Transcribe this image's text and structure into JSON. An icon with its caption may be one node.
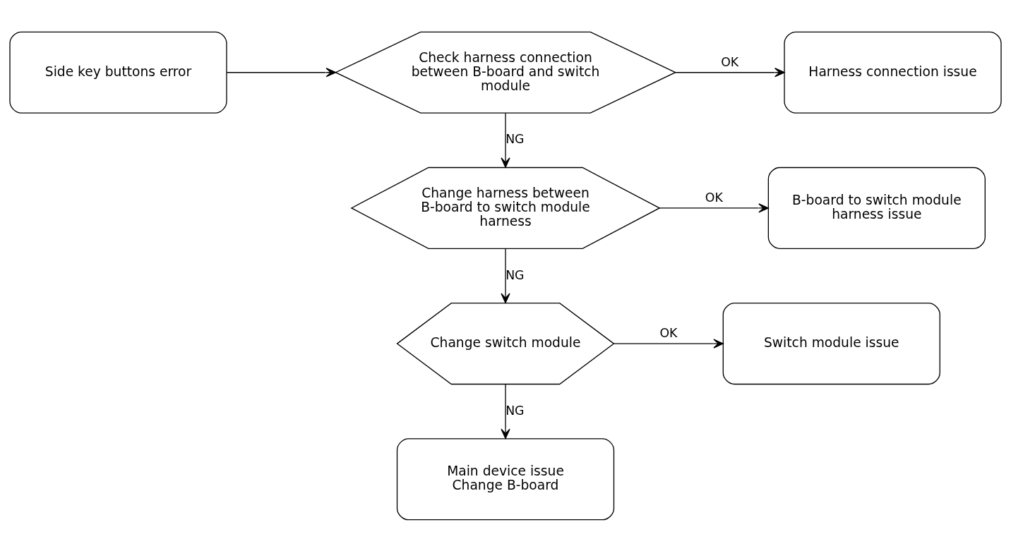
{
  "diagram": {
    "nodes": [
      {
        "text": [
          "Side key buttons error"
        ]
      },
      {
        "text": [
          "Check harness connection between B-board and switch module"
        ]
      },
      {
        "text": [
          "Harness connection issue"
        ]
      },
      {
        "text": [
          "Change harness between B-board to switch module harness"
        ]
      },
      {
        "text": [
          "B-board to switch module harness issue"
        ]
      },
      {
        "text": [
          "Change switch module"
        ]
      },
      {
        "text": [
          "Switch module issue"
        ]
      },
      {
        "text": [
          "Main device issue",
          "Change B-board"
        ]
      }
    ],
    "edges": [
      {
        "from": 0,
        "to": 1,
        "arrow": "to"
      },
      {
        "from": 1,
        "to": 2,
        "arrow": "to",
        "label": "OK"
      },
      {
        "from": 1,
        "to": 3,
        "arrow": "to",
        "label": "NG"
      },
      {
        "from": 3,
        "to": 4,
        "arrow": "to",
        "label": "OK"
      },
      {
        "from": 3,
        "to": 5,
        "arrow": "to",
        "label": "NG"
      },
      {
        "from": 5,
        "to": 6,
        "arrow": "to",
        "label": "OK"
      },
      {
        "from": 5,
        "to": 7,
        "arrow": "to",
        "label": "NG"
      }
    ]
  }
}
